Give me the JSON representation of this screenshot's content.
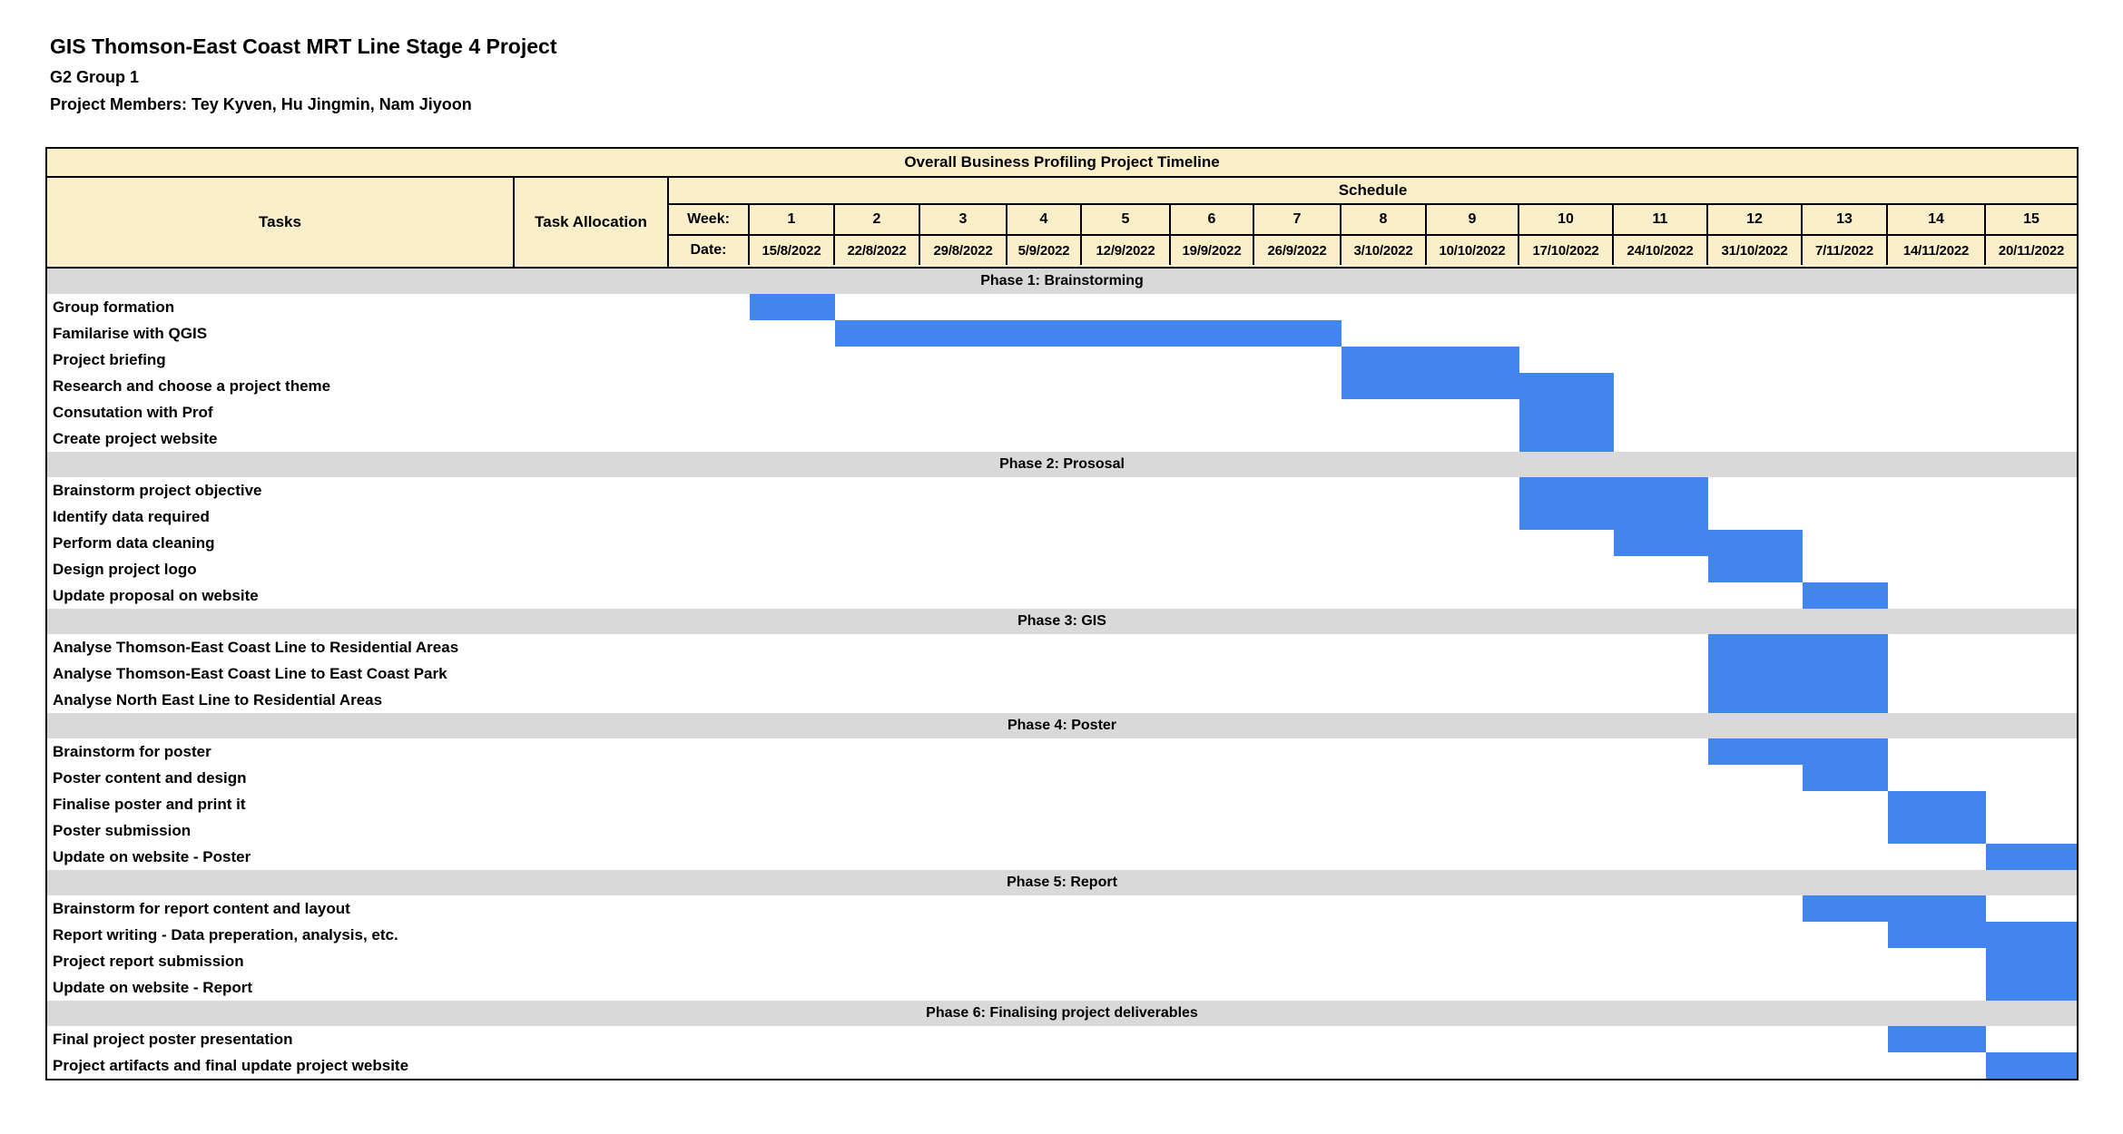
{
  "page": {
    "title": "GIS Thomson-East Coast MRT Line Stage 4 Project",
    "subtitle": "G2 Group 1",
    "members": "Project Members: Tey Kyven, Hu Jingmin, Nam Jiyoon"
  },
  "table": {
    "banner": "Overall Business Profiling Project Timeline",
    "tasks_header": "Tasks",
    "allocation_header": "Task Allocation",
    "schedule_header": "Schedule",
    "week_label": "Week:",
    "date_label": "Date:",
    "week_widths": [
      94,
      94,
      96,
      82,
      98,
      92,
      96,
      94,
      102,
      104,
      104,
      104,
      94,
      108,
      100
    ]
  },
  "colors": {
    "header_bg": "#fbefca",
    "phase_row_bg": "#d9d9d9",
    "bar": "#4385ee",
    "border": "#000000"
  },
  "chart_data": {
    "type": "gantt",
    "title": "Overall Business Profiling Project Timeline",
    "x_unit": "week",
    "x_range": [
      1,
      15
    ],
    "week_numbers": [
      "1",
      "2",
      "3",
      "4",
      "5",
      "6",
      "7",
      "8",
      "9",
      "10",
      "11",
      "12",
      "13",
      "14",
      "15"
    ],
    "week_dates": [
      "15/8/2022",
      "22/8/2022",
      "29/8/2022",
      "5/9/2022",
      "12/9/2022",
      "19/9/2022",
      "26/9/2022",
      "3/10/2022",
      "10/10/2022",
      "17/10/2022",
      "24/10/2022",
      "31/10/2022",
      "7/11/2022",
      "14/11/2022",
      "20/11/2022"
    ],
    "phases": [
      {
        "label": "Phase 1: Brainstorming",
        "tasks": [
          {
            "label": "Group formation",
            "start": 1,
            "end": 1
          },
          {
            "label": "Familarise with QGIS",
            "start": 2,
            "end": 7
          },
          {
            "label": "Project briefing",
            "start": 8,
            "end": 9
          },
          {
            "label": "Research and choose a project theme",
            "start": 8,
            "end": 10
          },
          {
            "label": "Consutation with Prof",
            "start": 10,
            "end": 10
          },
          {
            "label": "Create project website",
            "start": 10,
            "end": 10
          }
        ]
      },
      {
        "label": "Phase 2: Prososal",
        "tasks": [
          {
            "label": "Brainstorm project objective",
            "start": 10,
            "end": 11
          },
          {
            "label": "Identify data required",
            "start": 10,
            "end": 11
          },
          {
            "label": "Perform data cleaning",
            "start": 11,
            "end": 12
          },
          {
            "label": "Design project logo",
            "start": 12,
            "end": 12
          },
          {
            "label": "Update proposal on website",
            "start": 13,
            "end": 13
          }
        ]
      },
      {
        "label": "Phase 3: GIS",
        "tasks": [
          {
            "label": "Analyse Thomson-East Coast Line to Residential Areas",
            "start": 12,
            "end": 13
          },
          {
            "label": "Analyse Thomson-East Coast Line to East Coast Park",
            "start": 12,
            "end": 13
          },
          {
            "label": "Analyse North East Line to Residential Areas",
            "start": 12,
            "end": 13
          }
        ]
      },
      {
        "label": "Phase 4: Poster",
        "tasks": [
          {
            "label": "Brainstorm for poster",
            "start": 12,
            "end": 13
          },
          {
            "label": "Poster content and design",
            "start": 13,
            "end": 13
          },
          {
            "label": "Finalise poster and print it",
            "start": 14,
            "end": 14
          },
          {
            "label": "Poster submission",
            "start": 14,
            "end": 14
          },
          {
            "label": "Update on website - Poster",
            "start": 15,
            "end": 15
          }
        ]
      },
      {
        "label": "Phase 5: Report",
        "tasks": [
          {
            "label": "Brainstorm for report content and layout",
            "start": 13,
            "end": 14
          },
          {
            "label": "Report writing - Data preperation, analysis, etc.",
            "start": 14,
            "end": 15
          },
          {
            "label": "Project report submission",
            "start": 15,
            "end": 15
          },
          {
            "label": "Update on website - Report",
            "start": 15,
            "end": 15
          }
        ]
      },
      {
        "label": "Phase 6: Finalising project deliverables",
        "tasks": [
          {
            "label": "Final project poster presentation",
            "start": 14,
            "end": 14
          },
          {
            "label": "Project artifacts and final update project website",
            "start": 15,
            "end": 15
          }
        ]
      }
    ]
  }
}
